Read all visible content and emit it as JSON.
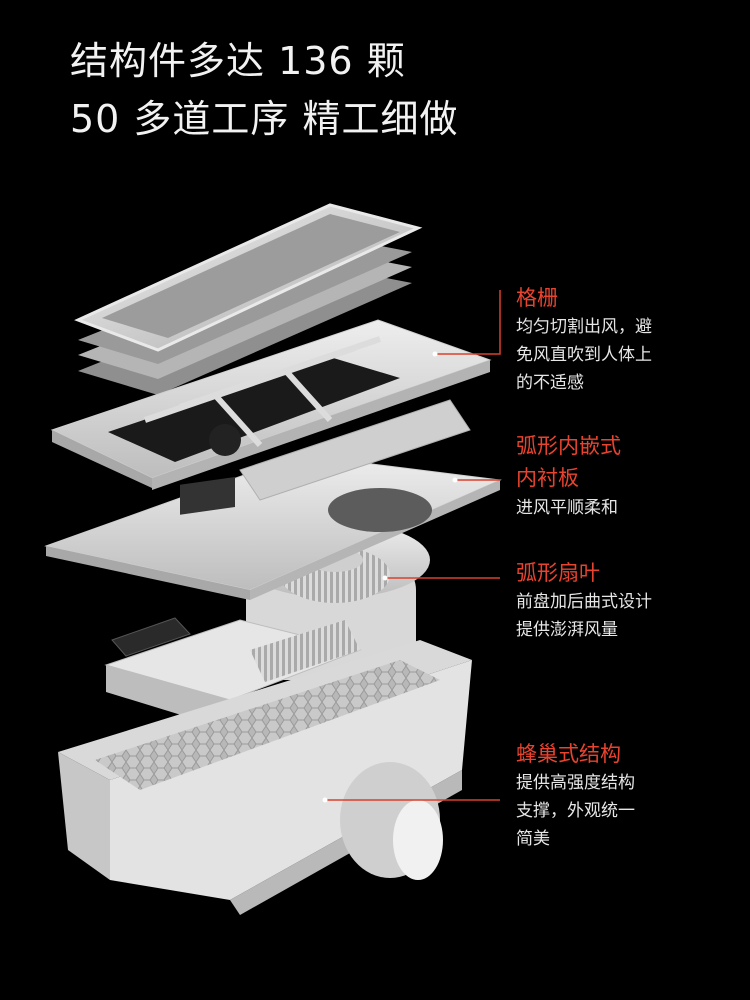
{
  "headline": {
    "line1": "结构件多达 136 颗",
    "line2": "50 多道工序 精工细做"
  },
  "annotations": [
    {
      "title_lines": [
        "格栅"
      ],
      "desc_lines": [
        "均匀切割出风，避",
        "免风直吹到人体上",
        "的不适感"
      ]
    },
    {
      "title_lines": [
        "弧形内嵌式",
        "内衬板"
      ],
      "desc_lines": [
        "进风平顺柔和"
      ]
    },
    {
      "title_lines": [
        "弧形扇叶"
      ],
      "desc_lines": [
        "前盘加后曲式设计",
        "提供澎湃风量"
      ]
    },
    {
      "title_lines": [
        "蜂巢式结构"
      ],
      "desc_lines": [
        "提供高强度结构",
        "支撑，外观统一",
        "简美"
      ]
    }
  ],
  "colors": {
    "background": "#000000",
    "accent": "#e8432e",
    "text": "#e6e6e6",
    "leader_line": "#d9412c"
  }
}
